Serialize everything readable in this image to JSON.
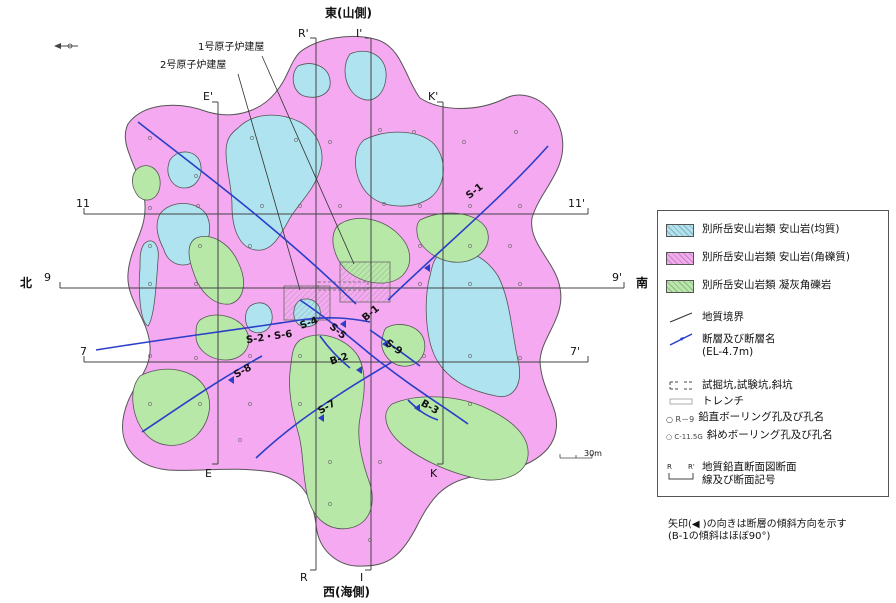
{
  "directions": {
    "east": "東(山側)",
    "west": "西(海側)",
    "north": "北",
    "south": "南"
  },
  "buildings": {
    "unit1": "1号原子炉建屋",
    "unit2": "2号原子炉建屋"
  },
  "section_marks": {
    "r_top": "R'",
    "r_bottom": "R",
    "i_top": "I'",
    "i_bottom": "I",
    "e_top": "E'",
    "e_bottom": "E",
    "k_top": "K'",
    "k_bottom": "K",
    "s11_left": "11",
    "s11_right": "11'",
    "s9_left": "9",
    "s9_right": "9'",
    "s7_left": "7",
    "s7_right": "7'"
  },
  "faults": [
    "S-1",
    "S-2・S-6",
    "S-4",
    "S-5",
    "S-7",
    "S-8",
    "S-9",
    "B-1",
    "B-2",
    "B-3"
  ],
  "scale_label": "30m",
  "legend": {
    "andesite_uniform": "別所岳安山岩類 安山岩(均質)",
    "andesite_breccia": "別所岳安山岩類 安山岩(角礫質)",
    "tuff_breccia": "別所岳安山岩類 凝灰角礫岩",
    "boundary": "地質境界",
    "fault_title": "断層及び断層名",
    "fault_sub": "(EL-4.7m)",
    "pits": "試掘坑,試験坑,斜坑",
    "trench": "トレンチ",
    "vertical_bore": "鉛直ボーリング孔及び孔名",
    "inclined_bore": "斜めボーリング孔及び孔名",
    "section_title": "地質鉛直断面図断面",
    "section_sub": "線及び断面記号",
    "vertical_bore_sample": "R－9",
    "inclined_bore_sample": "C-11.5G",
    "section_r": "R",
    "section_r2": "R'"
  },
  "note": {
    "line1": "矢印(◀ )の向きは断層の傾斜方向を示す",
    "line2": "(B-1の傾斜はほぼ90°)"
  },
  "colors": {
    "breccia": "#f5a9f0",
    "uniform": "#aee3ef",
    "tuff": "#b7e8a8",
    "fault": "#2a3ec8",
    "outline": "#555555"
  }
}
